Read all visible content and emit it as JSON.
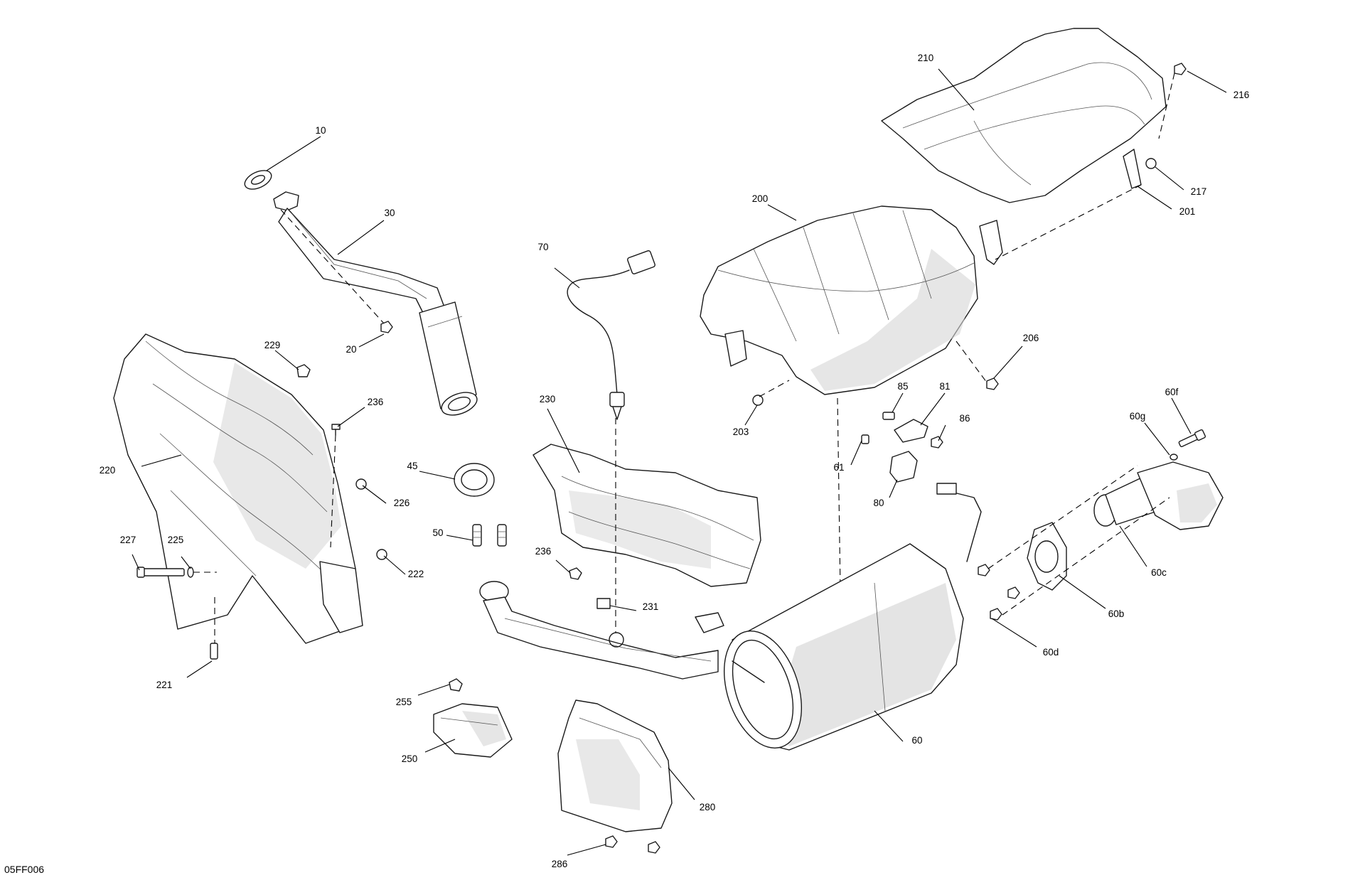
{
  "figure_code": "05FF006",
  "callouts": {
    "c10": "10",
    "c20": "20",
    "c30": "30",
    "c45": "45",
    "c50": "50",
    "c60": "60",
    "c60b": "60b",
    "c60c": "60c",
    "c60d": "60d",
    "c60f": "60f",
    "c60g": "60g",
    "c61": "61",
    "c70": "70",
    "c80": "80",
    "c81": "81",
    "c85": "85",
    "c86": "86",
    "c200": "200",
    "c201": "201",
    "c203": "203",
    "c206": "206",
    "c210": "210",
    "c216": "216",
    "c217": "217",
    "c220": "220",
    "c221": "221",
    "c222": "222",
    "c225": "225",
    "c226": "226",
    "c227": "227",
    "c229": "229",
    "c230": "230",
    "c231": "231",
    "c236a": "236",
    "c236b": "236",
    "c250": "250",
    "c255": "255",
    "c280": "280",
    "c286": "286"
  }
}
